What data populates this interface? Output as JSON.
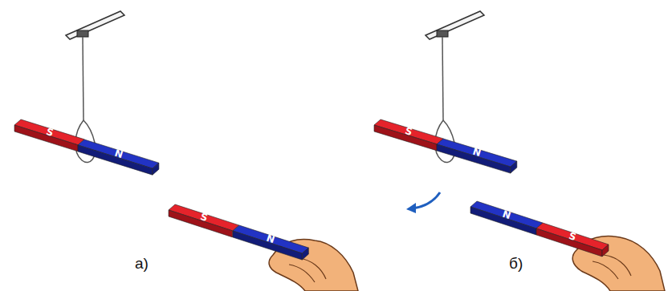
{
  "diagram": {
    "nodes": [
      {
        "text": [
          "S"
        ]
      },
      {
        "text": [
          "N"
        ]
      },
      {
        "text": [
          "S"
        ]
      },
      {
        "text": [
          "N"
        ]
      },
      {
        "text": [
          "S"
        ]
      },
      {
        "text": [
          "N"
        ]
      },
      {
        "text": [
          "N"
        ]
      },
      {
        "text": [
          "S"
        ]
      }
    ],
    "labels": [
      "а)",
      "б)"
    ]
  }
}
